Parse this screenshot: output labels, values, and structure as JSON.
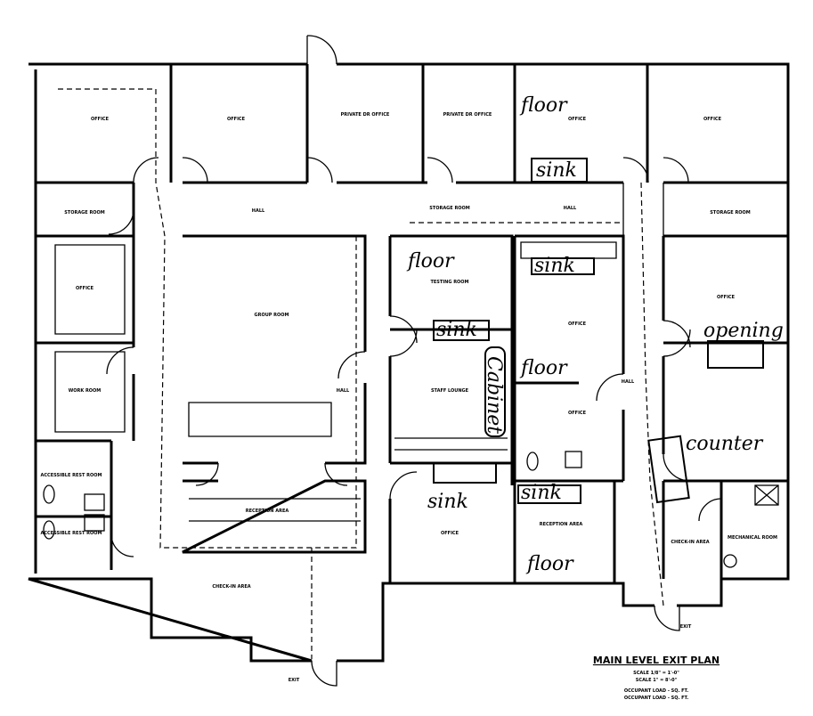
{
  "plan": {
    "title": "MAIN LEVEL EXIT PLAN",
    "subtitle_lines": [
      "SCALE 1/8\" = 1'-0\"",
      "SCALE 1\" = 8'-0\""
    ],
    "area_lines": [
      "OCCUPANT LOAD - SQ. FT.",
      "OCCUPANT LOAD - SQ. FT."
    ]
  },
  "rooms": [
    "OFFICE",
    "OFFICE",
    "PRIVATE DR OFFICE",
    "PRIVATE DR OFFICE",
    "OFFICE",
    "OFFICE",
    "STORAGE ROOM",
    "HALL",
    "STORAGE ROOM",
    "HALL",
    "STORAGE ROOM",
    "OFFICE",
    "GROUP ROOM",
    "TESTING ROOM",
    "OFFICE",
    "OFFICE",
    "WORK ROOM",
    "STAFF LOUNGE",
    "OFFICE",
    "HALL",
    "HALL",
    "RECEPTION AREA",
    "ACCESSIBLE REST ROOM",
    "ACCESSIBLE REST ROOM",
    "OFFICE",
    "RECEPTION AREA",
    "CHECK-IN AREA",
    "CHECK-IN AREA",
    "MECHANICAL ROOM",
    "EXIT",
    "EXIT"
  ],
  "annotations": [
    "floor",
    "sink",
    "floor",
    "sink",
    "sink",
    "Cabinet",
    "floor",
    "opening",
    "counter",
    "sink",
    "sink",
    "floor"
  ]
}
